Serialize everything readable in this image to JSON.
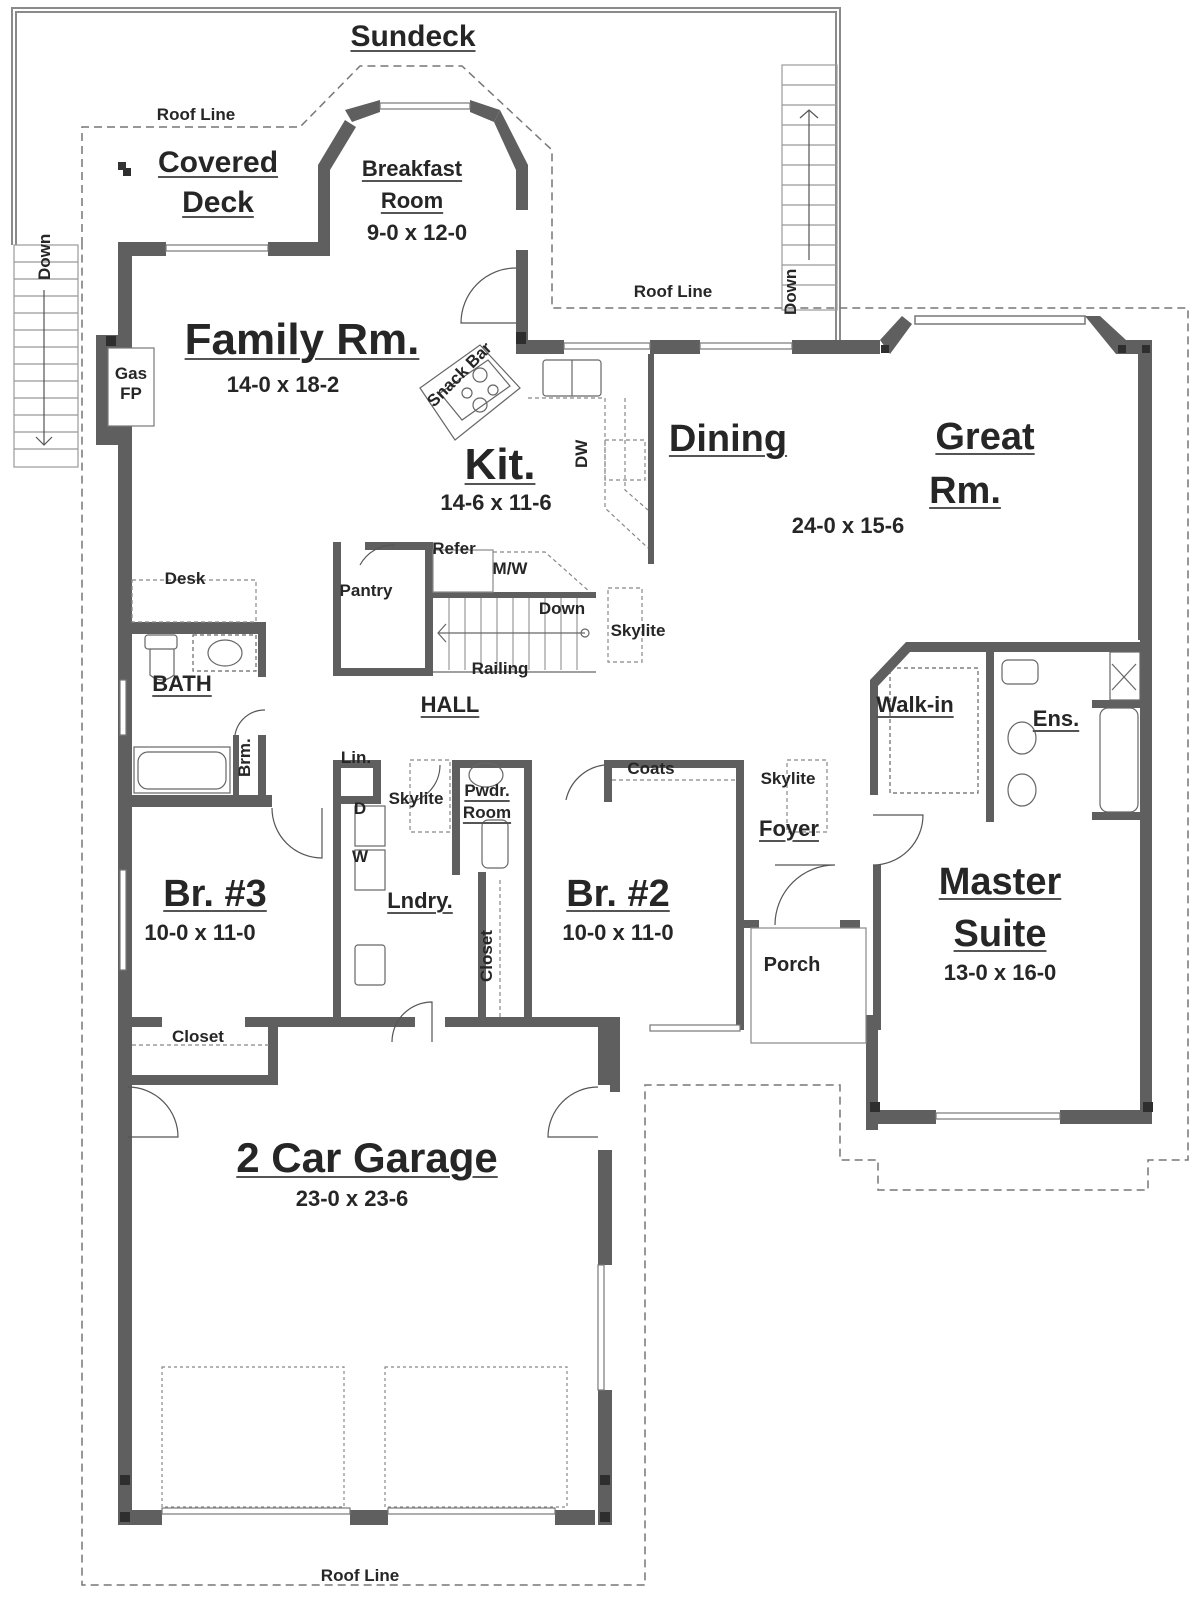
{
  "plan": {
    "colors": {
      "wall": "#5f5f5f",
      "post": "#2e2e2e",
      "line": "#777777",
      "text": "#262626",
      "background": "#ffffff"
    },
    "outdoor": {
      "sundeck": "Sundeck",
      "covered_deck_line1": "Covered",
      "covered_deck_line2": "Deck",
      "roof_line_top": "Roof Line",
      "roof_line_mid": "Roof Line",
      "roof_line_bottom": "Roof Line",
      "stair_left_label": "Down",
      "stair_right_label": "Down"
    },
    "rooms": {
      "breakfast": {
        "line1": "Breakfast",
        "line2": "Room",
        "dim": "9-0 x 12-0"
      },
      "family": {
        "name": "Family Rm.",
        "dim": "14-0 x 18-2"
      },
      "fireplace": {
        "line1": "Gas",
        "line2": "FP"
      },
      "kitchen": {
        "name": "Kit.",
        "dim": "14-6 x 11-6",
        "snack_bar": "Snack Bar",
        "dw": "DW",
        "refer": "Refer",
        "mw": "M/W"
      },
      "dining": {
        "name": "Dining"
      },
      "great": {
        "line1": "Great",
        "line2": "Rm.",
        "dim": "24-0 x 15-6"
      },
      "desk": "Desk",
      "pantry": "Pantry",
      "stairs": {
        "down": "Down",
        "railing": "Railing",
        "skylite": "Skylite"
      },
      "bath": {
        "name": "BATH",
        "broom": "Brm."
      },
      "hall": "HALL",
      "linen": "Lin.",
      "hall_skylite": "Skylite",
      "powder": {
        "line1": "Pwdr.",
        "line2": "Room"
      },
      "coats": "Coats",
      "foyer_skylite": "Skylite",
      "foyer": "Foyer",
      "laundry": {
        "name": "Lndry.",
        "dryer": "D",
        "washer": "W"
      },
      "br3": {
        "name": "Br. #3",
        "dim": "10-0 x 11-0",
        "closet": "Closet"
      },
      "br2": {
        "name": "Br. #2",
        "dim": "10-0 x 11-0",
        "closet": "Closet"
      },
      "porch": "Porch",
      "walkin": "Walk-in",
      "ensuite": "Ens.",
      "master": {
        "line1": "Master",
        "line2": "Suite",
        "dim": "13-0 x 16-0"
      },
      "garage": {
        "name": "2 Car Garage",
        "dim": "23-0 x 23-6"
      }
    }
  }
}
